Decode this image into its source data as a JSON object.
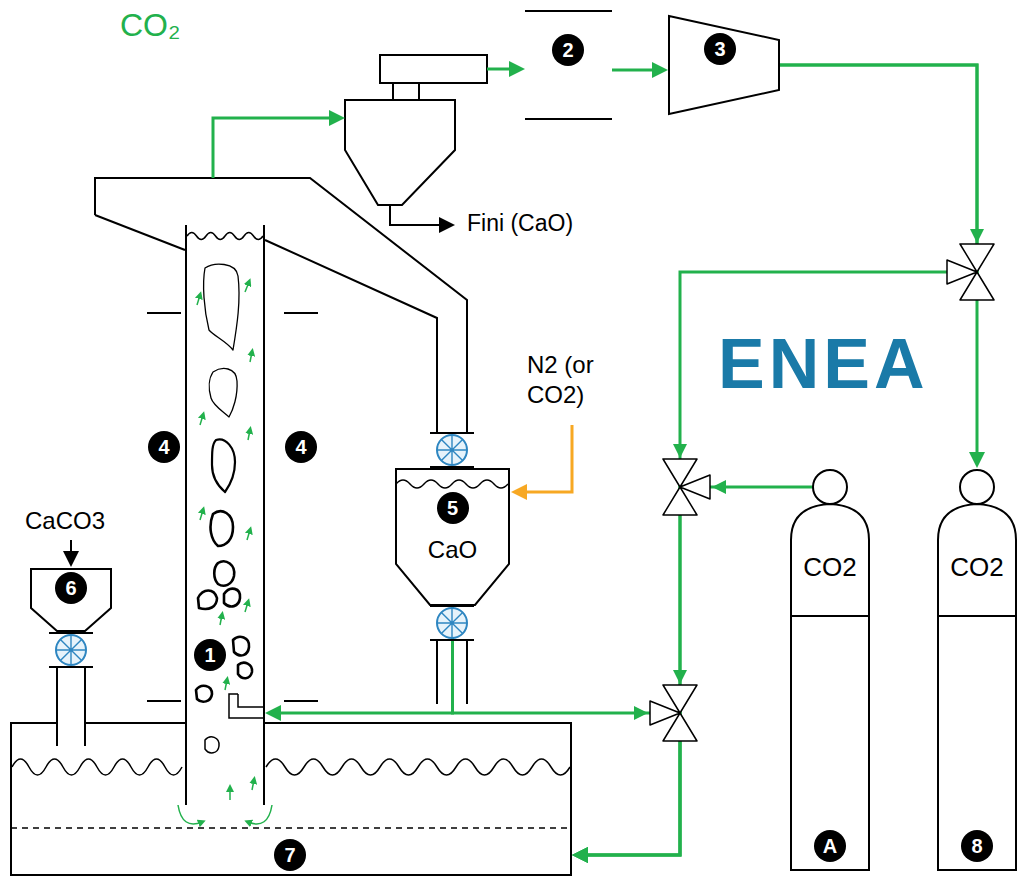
{
  "diagram": {
    "nodes": [
      {
        "text": [
          "2"
        ]
      },
      {
        "text": [
          "3"
        ]
      },
      {
        "text": [
          "4"
        ]
      },
      {
        "text": [
          "1"
        ]
      },
      {
        "text": [
          "4"
        ]
      },
      {
        "text": [
          "5",
          "CaO"
        ]
      },
      {
        "text": [
          "CO2",
          "A"
        ]
      },
      {
        "text": [
          "CO2",
          "8"
        ]
      },
      {
        "text": [
          "6"
        ]
      },
      {
        "text": [
          "7"
        ]
      }
    ],
    "edges": [
      {
        "from": 0,
        "to": 1,
        "arrow": "to"
      },
      {
        "from": 1,
        "to": 7,
        "arrow": "to"
      },
      {
        "from": 1,
        "to": 9,
        "arrow": "to"
      },
      {
        "from": 6,
        "to": 9,
        "arrow": "to"
      },
      {
        "from": 5,
        "to": 9,
        "arrow": "to"
      },
      {
        "from": 5,
        "to": 3,
        "arrow": "to"
      }
    ],
    "labels": [
      "CO₂",
      "Fini (CaO)",
      "N2 (or CO2)",
      "CaCO3",
      "ENEA"
    ]
  }
}
